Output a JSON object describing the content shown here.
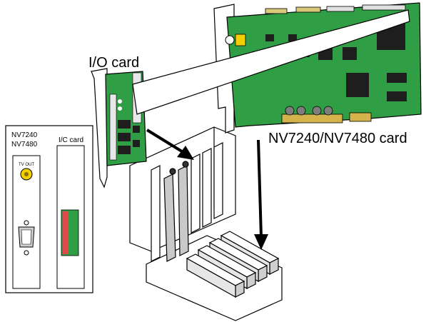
{
  "labels": {
    "io_card": "I/O card",
    "nv_card": "NV7240/NV7480 card",
    "panel_model_line1": "NV7240",
    "panel_model_line2": "NV7480",
    "panel_io": "I/C card",
    "panel_tv_out": "TV OUT"
  },
  "colors": {
    "pcb_green": "#2f9e44",
    "pcb_dark": "#1f6f2f",
    "chip": "#1e1e1e",
    "yellow_connector": "#f2cf00",
    "ribbon": "#ffffff",
    "bracket": "#ffffff",
    "slot_gray": "#bdbdbd"
  }
}
